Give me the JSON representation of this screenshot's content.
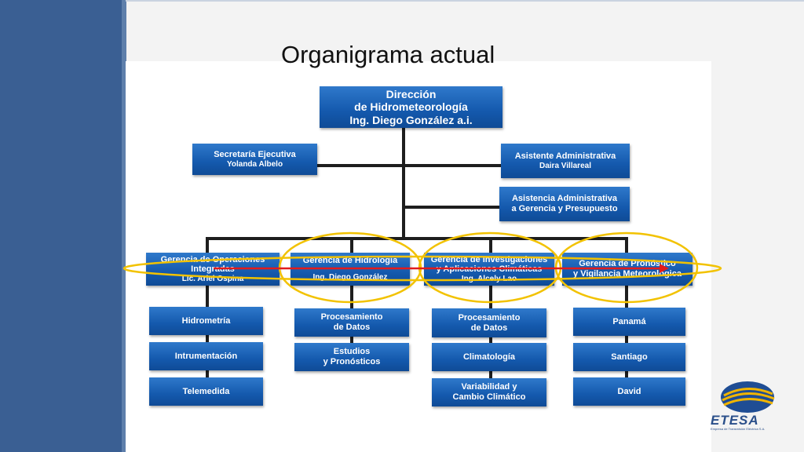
{
  "slide": {
    "title": "Organigrama actual"
  },
  "top": {
    "line1": "Dirección",
    "line2": "de Hidrometeorología",
    "line3": "Ing. Diego González a.i."
  },
  "staff": {
    "secretaria": {
      "line1": "Secretaría Ejecutiva",
      "line2": "Yolanda Albelo"
    },
    "asistente": {
      "line1": "Asistente Administrativa",
      "line2": "Daira Villareal"
    },
    "asistencia": {
      "line1": "Asistencia Administrativa",
      "line2": "a Gerencia y Presupuesto"
    }
  },
  "managers": [
    {
      "line1": "Gerencia de Operaciones",
      "line2": "Integradas",
      "line3": "Lic. Ariel Ospina"
    },
    {
      "line1": "Gerencia de Hidrología",
      "line2": "",
      "line3": "Ing. Diego González"
    },
    {
      "line1": "Gerencia de Investigaciones",
      "line2": "y Aplicaciones Climáticas",
      "line3": "Ing. Alcely Lao"
    },
    {
      "line1": "Gerencia de Pronóstico",
      "line2": "y Vigilancia Meteorológica",
      "line3": ""
    }
  ],
  "units": {
    "col1": [
      "Hidrometría",
      "Intrumentación",
      "Telemedida"
    ],
    "col2": [
      {
        "line1": "Procesamiento",
        "line2": "de Datos"
      },
      {
        "line1": "Estudios",
        "line2": "y Pronósticos"
      }
    ],
    "col3": [
      {
        "line1": "Procesamiento",
        "line2": "de Datos"
      },
      {
        "line1": "Climatología",
        "line2": ""
      },
      {
        "line1": "Variabilidad y",
        "line2": "Cambio Climático"
      }
    ],
    "col4": [
      "Panamá",
      "Santiago",
      "David"
    ]
  },
  "logo": {
    "text": "ETESA",
    "subtitle": "Empresa de Transmisión Eléctrica S.A."
  },
  "colors": {
    "box": "#1459ad",
    "highlight_ellipse": "#f2c200",
    "arrow": "#e21b1b",
    "sidebar": "#3a5f93"
  }
}
